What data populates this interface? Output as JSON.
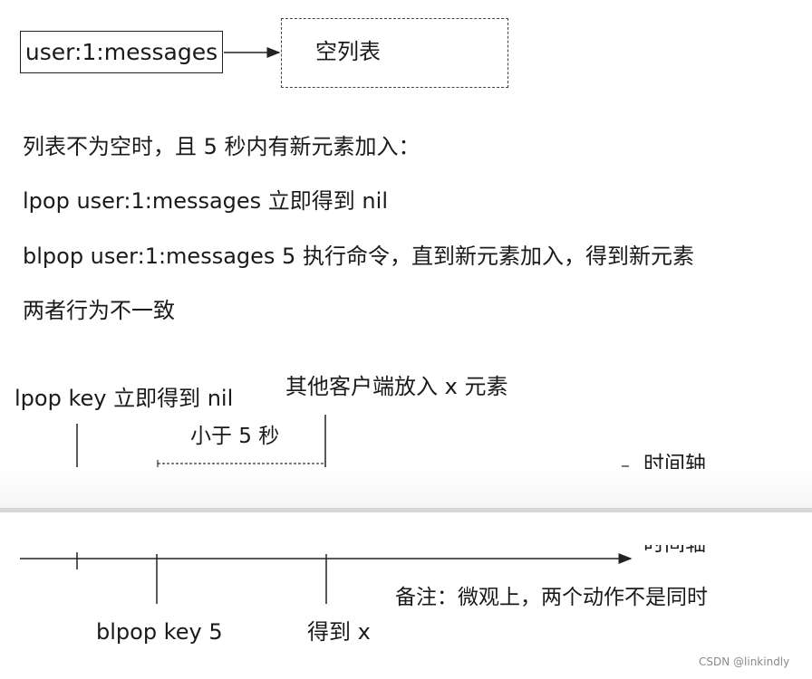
{
  "top": {
    "key_label": "user:1:messages",
    "empty_list_label": "空列表"
  },
  "notes": {
    "line1": "列表不为空时，且 5 秒内有新元素加入：",
    "line2": "lpop user:1:messages 立即得到 nil",
    "line3": "blpop user:1:messages 5 执行命令，直到新元素加入，得到新元素",
    "line4": "两者行为不一致"
  },
  "timeline": {
    "lpop_label": "lpop key 立即得到 nil",
    "other_client_label": "其他客户端放入 x 元素",
    "interval_label": "小于 5 秒",
    "axis_label": "时间轴",
    "blpop_label": "blpop key 5",
    "got_x_label": "得到 x",
    "remark": "备注：微观上，两个动作不是同时"
  },
  "watermark": "CSDN @linkindly"
}
